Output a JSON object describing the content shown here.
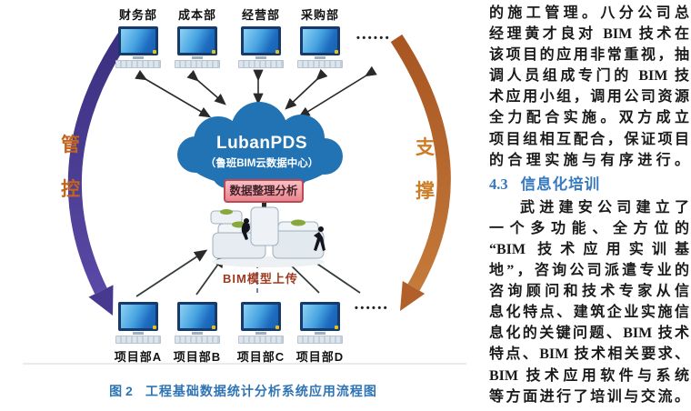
{
  "figure": {
    "top_departments": [
      "财务部",
      "成本部",
      "经营部",
      "采购部"
    ],
    "top_ellipsis": "••••••",
    "cloud": {
      "title": "LubanPDS",
      "subtitle": "（鲁班BIM云数据中心）"
    },
    "process_box_label": "数据整理分析",
    "upload_label": "BIM模型上传",
    "left_band_chars": [
      "管",
      "控"
    ],
    "right_band_chars": [
      "支",
      "撑"
    ],
    "bottom_departments": [
      "项目部A",
      "项目部B",
      "项目部C",
      "项目部D"
    ],
    "bottom_ellipsis": "••••••",
    "caption_tag": "图 2",
    "caption_title": "工程基础数据统计分析系统应用流程图"
  },
  "article": {
    "para1_lines": [
      "的施工管理。八分公司总",
      "经理黄才良对 BIM 技术在",
      "该项目的应用非常重视，抽",
      "调人员组成专门的 BIM 技",
      "术应用小组，调用公司资源",
      "全力配合实施。双方成立",
      "项目组相互配合，保证项目",
      "的合理实施与有序进行。"
    ],
    "heading_number": "4.3",
    "heading_title": "信息化培训",
    "para2_lines": [
      "武进建安公司建立了",
      "一个多功能、全方位的",
      "“BIM 技术应用实训基",
      "地”，咨询公司派遣专业的",
      "咨询顾问和技术专家从信",
      "息化特点、建筑企业实施信",
      "息化的关键问题、BIM 技术",
      "特点、BIM 技术相关要求、",
      "BIM 技术应用软件与系统",
      "等方面进行了培训与交流。"
    ]
  },
  "colors": {
    "cloud_blue": "#2273b4",
    "process_box_pink": "#f0959d",
    "process_box_border": "#bc4a55",
    "upload_label_red": "#9c3a20",
    "caption_blue": "#2e74b5",
    "heading_blue": "#3579c0",
    "left_band_purple": "#46398f",
    "right_band_orange": "#b2602a",
    "band_label_orange": "#c3641f",
    "monitor_blue": "#1d6cc0"
  }
}
